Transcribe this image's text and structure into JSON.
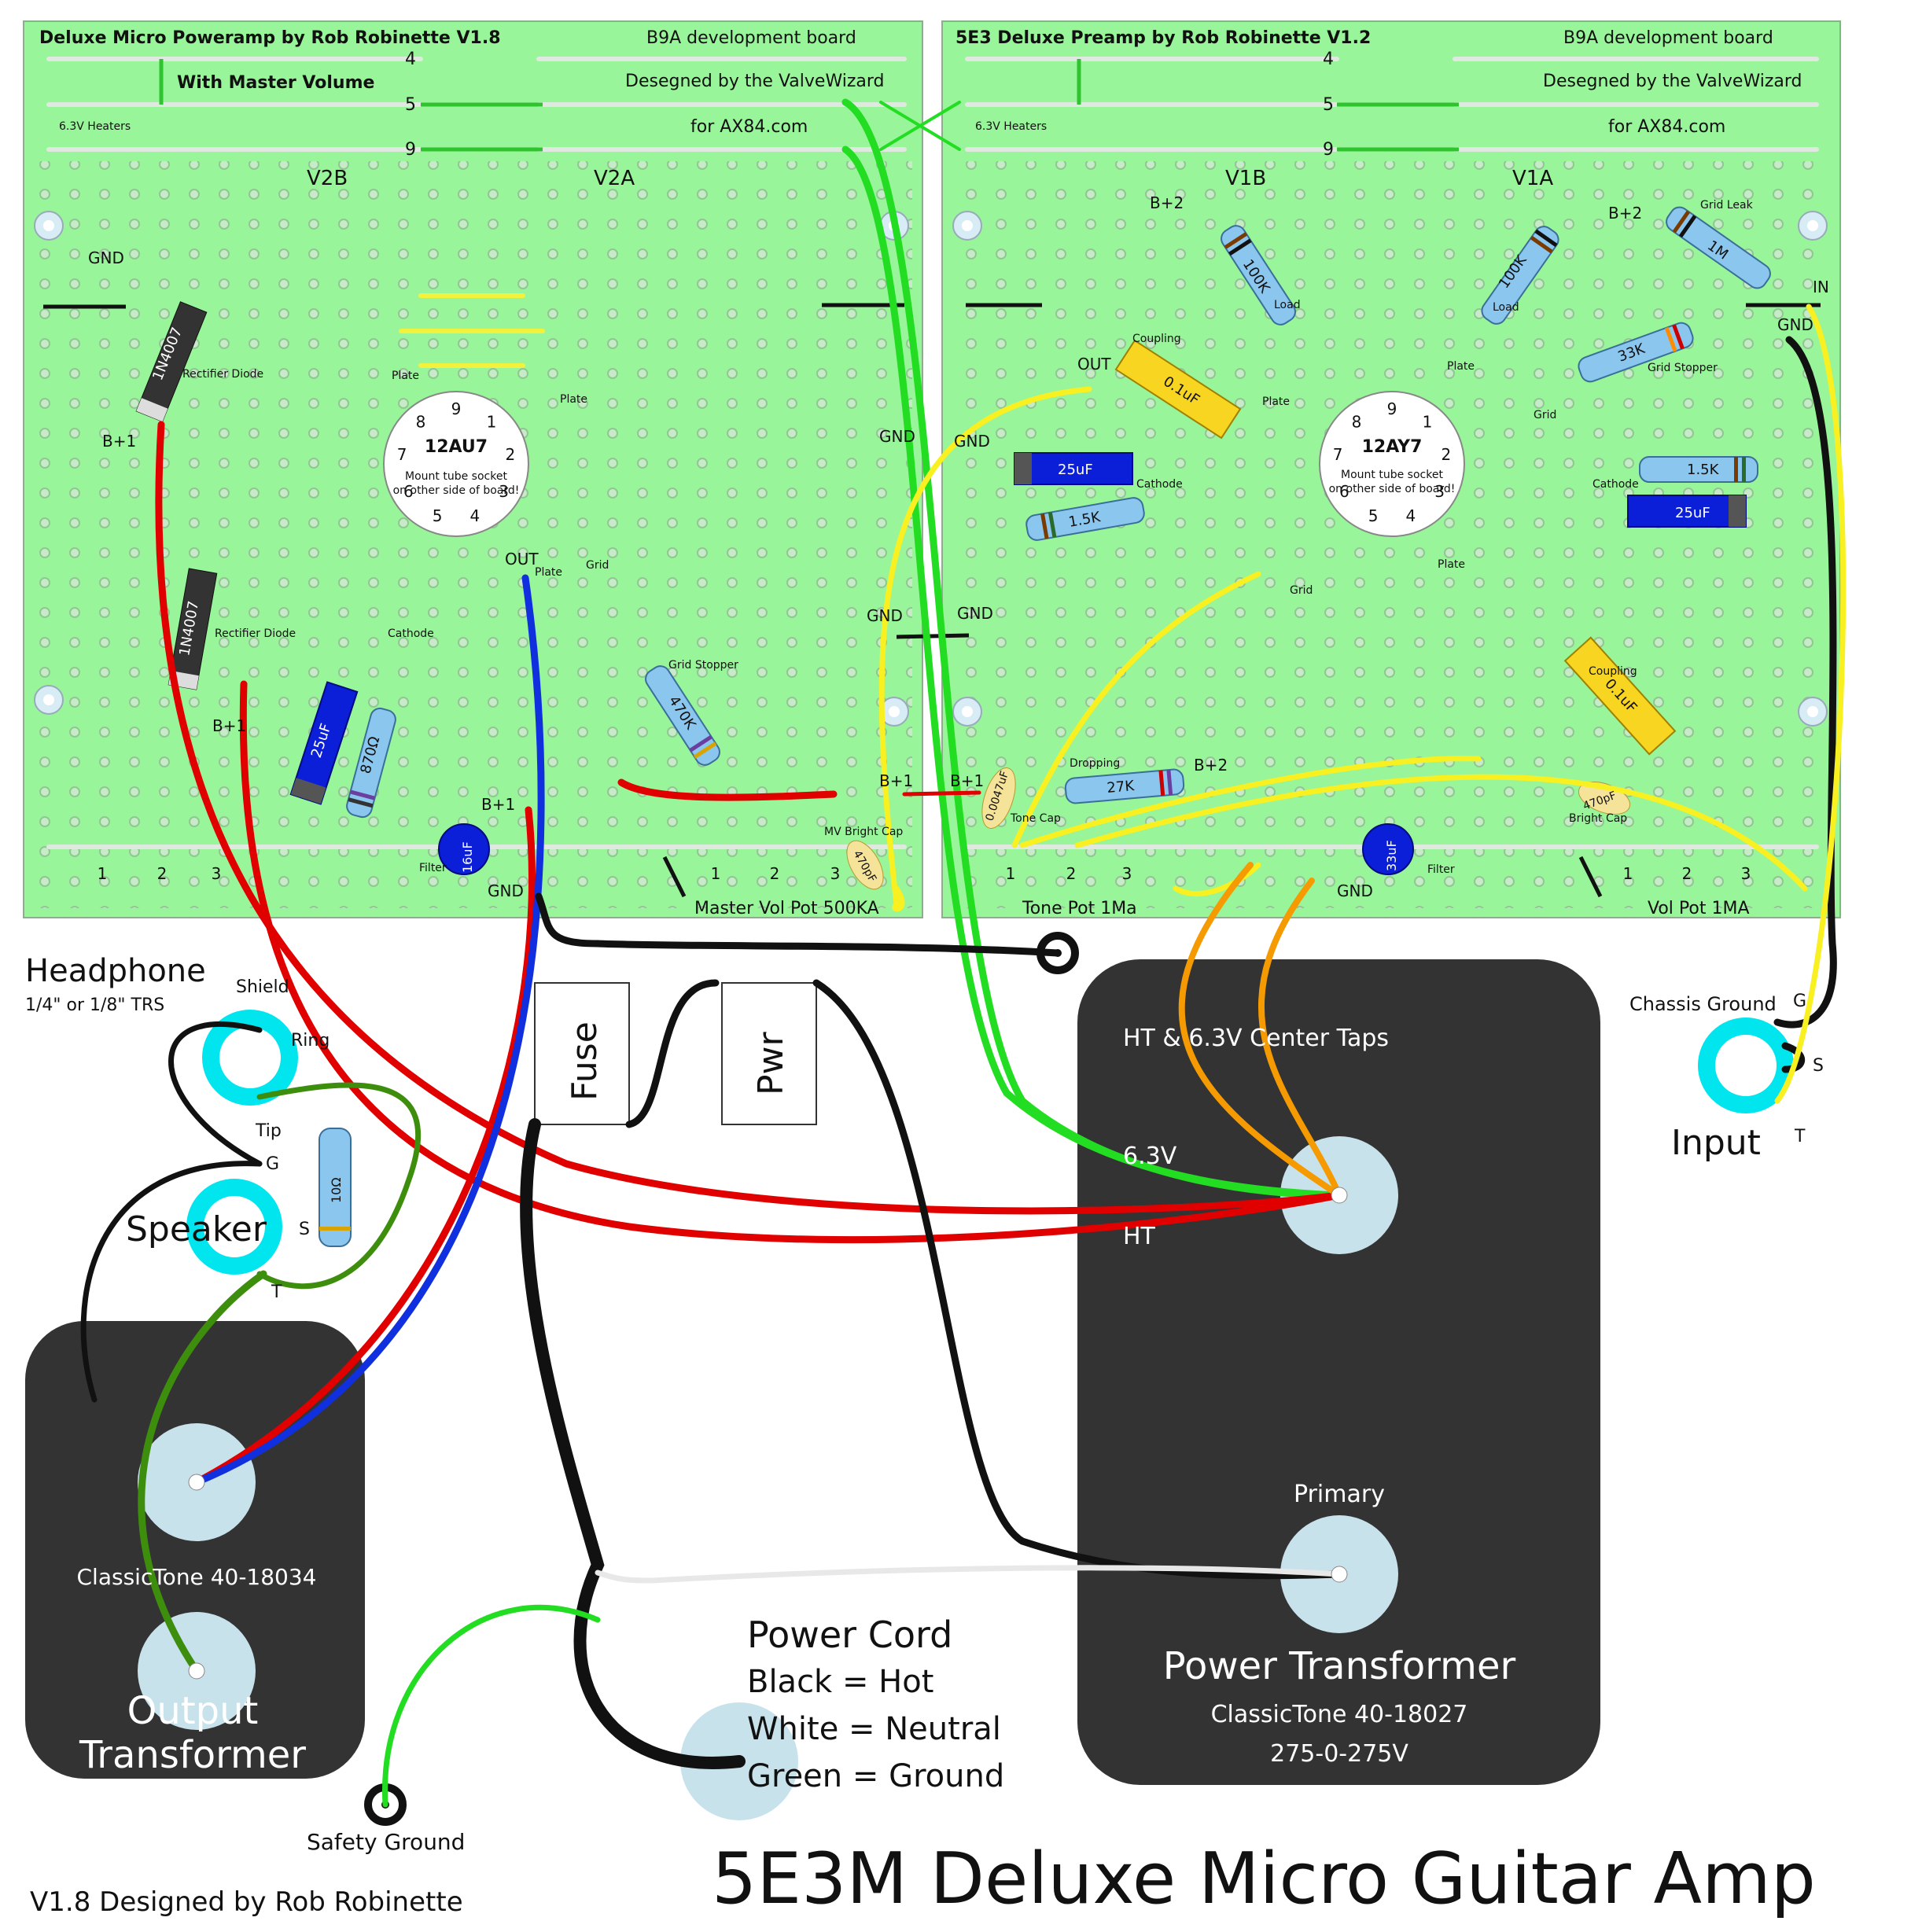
{
  "title": "5E3M Deluxe Micro Guitar Amp",
  "footer": "V1.8 Designed by Rob Robinette",
  "boards": {
    "power": {
      "title": "Deluxe Micro Poweramp by Rob Robinette V1.8",
      "subtitle": "With Master Volume",
      "devboard": "B9A development board",
      "designed": "Desegned by the ValveWizard",
      "for": "for AX84.com",
      "heaters": "6.3V Heaters",
      "tube_left": "V2B",
      "tube_right": "V2A",
      "tube": "12AU7",
      "tube_note": [
        "Mount tube socket",
        "on other side of board!"
      ],
      "pot": "Master Vol Pot 500KA"
    },
    "pre": {
      "title": "5E3 Deluxe Preamp by Rob Robinette V1.2",
      "devboard": "B9A development board",
      "designed": "Desegned by the ValveWizard",
      "for": "for AX84.com",
      "heaters": "6.3V Heaters",
      "tube_left": "V1B",
      "tube_right": "V1A",
      "tube": "12AY7",
      "tube_note": [
        "Mount tube socket",
        "on other side of board!"
      ],
      "pot_tone": "Tone Pot 1Ma",
      "pot_vol": "Vol Pot 1MA"
    }
  },
  "rails": [
    "4",
    "5",
    "9"
  ],
  "pins": [
    "1",
    "2",
    "3",
    "4",
    "5",
    "6",
    "7",
    "8",
    "9"
  ],
  "labels": {
    "gnd": "GND",
    "out": "OUT",
    "in": "IN",
    "b1": "B+1",
    "b2": "B+2",
    "plate": "Plate",
    "grid": "Grid",
    "cathode": "Cathode",
    "load": "Load",
    "coupling": "Coupling",
    "grid_leak": "Grid Leak",
    "grid_stopper": "Grid Stopper",
    "rectifier": "Rectifier Diode",
    "filter": "Filter",
    "tone_cap": "Tone Cap",
    "bright_cap": "Bright Cap",
    "mv_bright": "MV Bright Cap",
    "dropping": "Dropping",
    "g": "G",
    "s": "S",
    "t": "T"
  },
  "components": {
    "diode": "1N4007",
    "cap_25": "25uF",
    "cap_16": "16uF",
    "cap_33": "33uF",
    "r_870": "870Ω",
    "r_470k": "470K",
    "r_100k": "100K",
    "r_1m": "1M",
    "r_33k": "33K",
    "r_1k5": "1.5K",
    "r_27k": "27K",
    "r_10": "10Ω",
    "c_01": "0.1uF",
    "c_470p": "470pF",
    "c_0047": "0.0047uF"
  },
  "headphone": {
    "title": "Headphone",
    "sub": "1/4\" or 1/8\" TRS",
    "shield": "Shield",
    "ring": "Ring",
    "tip": "Tip"
  },
  "speaker": "Speaker",
  "input": {
    "label": "Input",
    "chassis": "Chassis Ground"
  },
  "fuse": "Fuse",
  "pwr": "Pwr",
  "output_tx": {
    "model": "ClassicTone 40-18034",
    "name1": "Output",
    "name2": "Transformer"
  },
  "power_tx": {
    "taps": "HT & 6.3V Center Taps",
    "v63": "6.3V",
    "ht": "HT",
    "primary": "Primary",
    "name": "Power Transformer",
    "model": "ClassicTone 40-18027",
    "volts": "275-0-275V"
  },
  "power_cord": [
    "Power Cord",
    "Black = Hot",
    "White = Neutral",
    "Green = Ground"
  ],
  "safety_ground": "Safety Ground",
  "colors": {
    "board": "#99f599",
    "wire_red": "#e00000",
    "wire_blue": "#1030e0",
    "wire_green": "#22dd22",
    "wire_yellow": "#f8f020",
    "wire_orange": "#f59a00",
    "wire_dkgreen": "#3e8e0e",
    "tx_body": "#333333",
    "jack": "#00e5ee"
  }
}
